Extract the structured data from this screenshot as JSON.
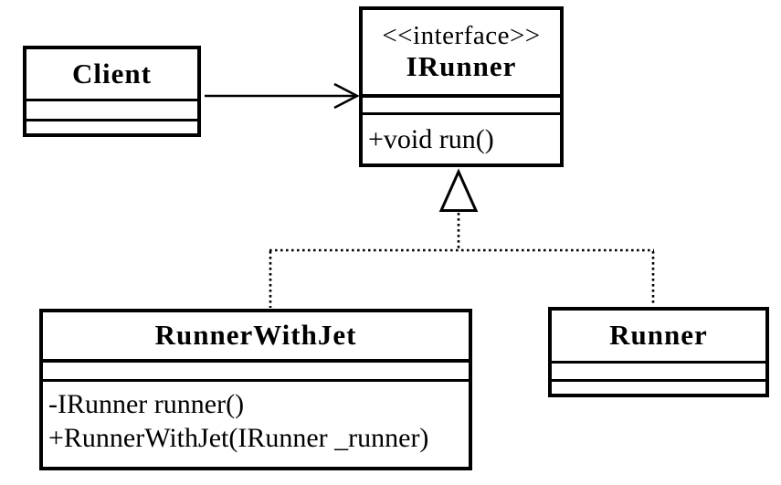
{
  "diagram": {
    "title": "UML class diagram",
    "colors": {
      "background": "#ffffff",
      "line": "#000000",
      "text": "#000000"
    },
    "classes": {
      "client": {
        "name": "Client"
      },
      "irunner": {
        "stereotype": "<<interface>>",
        "name": "IRunner",
        "methods": [
          "+void run()"
        ]
      },
      "runner_with_jet": {
        "name": "RunnerWithJet",
        "methods": [
          "-IRunner runner()",
          "+RunnerWithJet(IRunner _runner)"
        ]
      },
      "runner": {
        "name": "Runner"
      }
    },
    "relationships": [
      {
        "type": "association",
        "from": "Client",
        "to": "IRunner"
      },
      {
        "type": "realization",
        "from": "RunnerWithJet",
        "to": "IRunner"
      },
      {
        "type": "realization",
        "from": "Runner",
        "to": "IRunner"
      }
    ]
  }
}
